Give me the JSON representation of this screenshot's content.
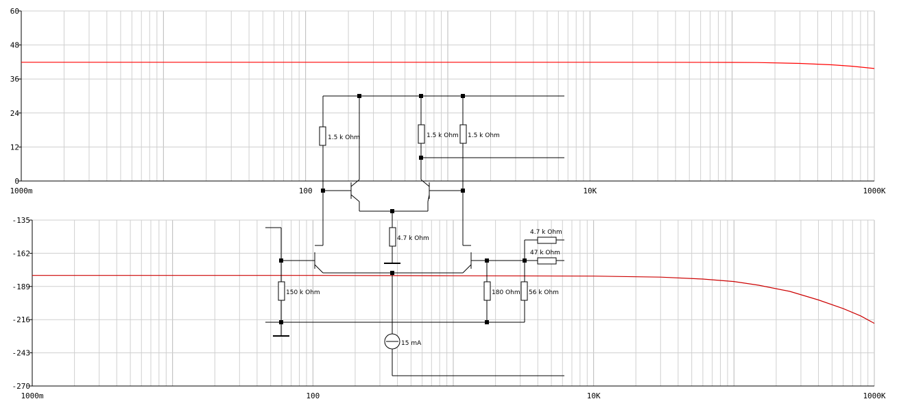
{
  "chart_data": [
    {
      "type": "line",
      "title": "",
      "xlabel": "",
      "ylabel": "",
      "x_scale": "log",
      "xlim": [
        1,
        1000000
      ],
      "ylim": [
        0,
        60
      ],
      "x_tick_labels": [
        {
          "value": 1,
          "label": "1000m"
        },
        {
          "value": 100,
          "label": "100"
        },
        {
          "value": 10000,
          "label": "10K"
        },
        {
          "value": 1000000,
          "label": "1000K"
        }
      ],
      "y_tick_labels": [
        {
          "value": 60,
          "label": "60"
        },
        {
          "value": 48,
          "label": "48"
        },
        {
          "value": 36,
          "label": "36"
        },
        {
          "value": 24,
          "label": "24"
        },
        {
          "value": 12,
          "label": "12"
        },
        {
          "value": 0,
          "label": "0"
        }
      ],
      "grid": true,
      "series": [
        {
          "color": "#ff0000",
          "x": [
            1,
            10,
            100,
            1000,
            10000,
            100000,
            150000,
            300000,
            500000,
            700000,
            1000000
          ],
          "y": [
            41.9,
            41.9,
            41.9,
            41.9,
            41.9,
            41.85,
            41.8,
            41.5,
            41.0,
            40.5,
            39.7
          ]
        }
      ]
    },
    {
      "type": "line",
      "title": "",
      "xlabel": "",
      "ylabel": "",
      "x_scale": "log",
      "xlim": [
        1,
        1000000
      ],
      "ylim": [
        -270,
        -135
      ],
      "x_tick_labels": [
        {
          "value": 1,
          "label": "1000m"
        },
        {
          "value": 100,
          "label": "100"
        },
        {
          "value": 10000,
          "label": "10K"
        },
        {
          "value": 1000000,
          "label": "1000K"
        }
      ],
      "y_tick_labels": [
        {
          "value": -135,
          "label": "-135"
        },
        {
          "value": -162,
          "label": "-162"
        },
        {
          "value": -189,
          "label": "-189"
        },
        {
          "value": -216,
          "label": "-216"
        },
        {
          "value": -243,
          "label": "-243"
        },
        {
          "value": -270,
          "label": "-270"
        }
      ],
      "grid": true,
      "series": [
        {
          "color": "#cc0000",
          "x": [
            1,
            100,
            1000,
            10000,
            30000,
            60000,
            100000,
            150000,
            250000,
            400000,
            600000,
            800000,
            1000000
          ],
          "y": [
            -180,
            -180,
            -180.3,
            -180.6,
            -181.4,
            -183,
            -185,
            -188,
            -193,
            -200,
            -207,
            -213,
            -219
          ]
        }
      ]
    }
  ],
  "schematic": {
    "labels": {
      "r1": "1.5 k Ohm",
      "r2": "1.5 k Ohm",
      "r3": "1.5 k Ohm",
      "r_tail": "4.7 k Ohm",
      "r_150k": "150 k Ohm",
      "r_180": "180  Ohm",
      "r_56k": "56 k Ohm",
      "r_4k7": "4.7 k Ohm",
      "r_47": "47 k Ohm",
      "isrc": "15 mA"
    }
  }
}
